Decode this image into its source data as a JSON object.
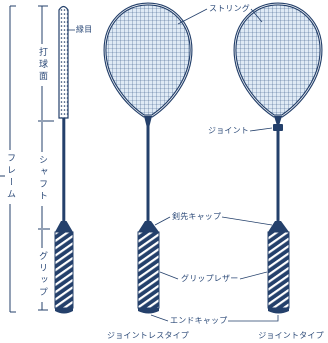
{
  "labels": {
    "frame": "フレーム",
    "hitting_surface": "打球面",
    "shaft": "シャフト",
    "grip": "グリップ",
    "edge_holes": "縁目",
    "string": "ストリング",
    "joint": "ジョイント",
    "tip_cap": "剣先キャップ",
    "grip_leather": "グリップレザー",
    "end_cap": "エンドキャップ"
  },
  "types": {
    "jointless": "ジョイントレスタイプ",
    "joint": "ジョイントタイプ"
  },
  "colors": {
    "line": "#24406b",
    "text": "#2c4a78",
    "string_fill": "#dfeaf5",
    "background": "#ffffff"
  }
}
